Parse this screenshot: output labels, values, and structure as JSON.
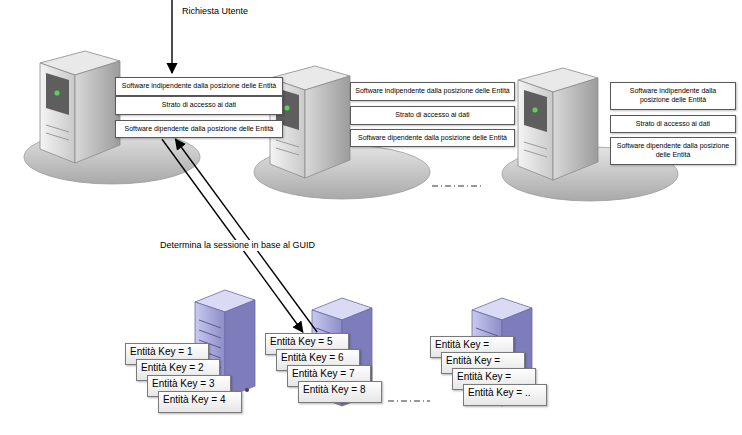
{
  "diagram": {
    "nodes": [
      {
        "text": [
          "Software indipendente dalla posizione delle Entità"
        ]
      },
      {
        "text": [
          "Strato di accesso ai dati"
        ]
      },
      {
        "text": [
          "Software dipendente dalla posizione delle Entità"
        ]
      },
      {
        "text": [
          "Software indipendente dalla posizione delle Entità"
        ]
      },
      {
        "text": [
          "Strato di accesso ai dati"
        ]
      },
      {
        "text": [
          "Software dipendente dalla posizione delle Entità"
        ]
      },
      {
        "text": [
          "Software indipendente dalla posizione delle Entità"
        ]
      },
      {
        "text": [
          "Strato di accesso ai dati"
        ]
      },
      {
        "text": [
          "Software dipendente dalla posizione delle Entità"
        ]
      },
      {
        "text": [
          "Entità Key = 1"
        ]
      },
      {
        "text": [
          "Entità Key = 2"
        ]
      },
      {
        "text": [
          "Entità Key = 3"
        ]
      },
      {
        "text": [
          "Entità Key = 4"
        ]
      },
      {
        "text": [
          "Entità Key = 5"
        ]
      },
      {
        "text": [
          "Entità Key = 6"
        ]
      },
      {
        "text": [
          "Entità Key = 7"
        ]
      },
      {
        "text": [
          "Entità Key = 8"
        ]
      },
      {
        "text": [
          "Entità Key ="
        ]
      },
      {
        "text": [
          "Entità Key ="
        ]
      },
      {
        "text": [
          "Entità Key ="
        ]
      },
      {
        "text": [
          "Entità Key = .."
        ]
      }
    ],
    "edges": [
      {
        "from": 2,
        "to": 13,
        "arrow": "to",
        "label": "Determina la sessione in base al GUID"
      },
      {
        "from": 13,
        "to": 2,
        "arrow": "to"
      }
    ],
    "labels": [
      "Richiesta Utente"
    ]
  }
}
